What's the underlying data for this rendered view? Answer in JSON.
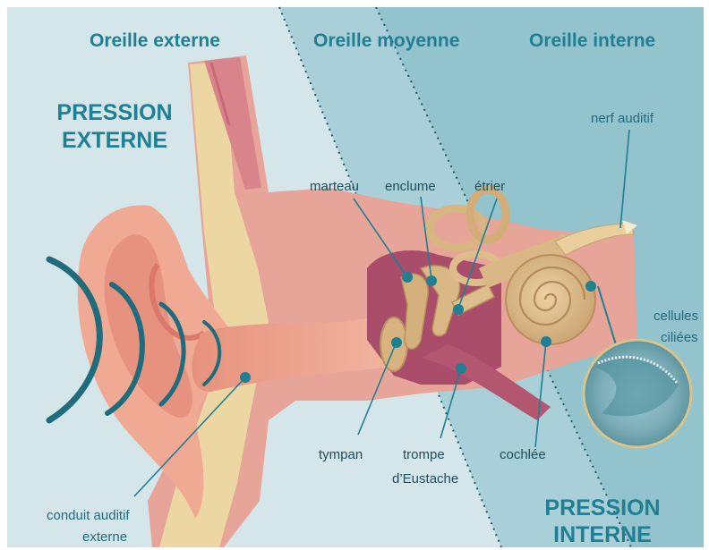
{
  "sections": {
    "outer": "Oreille externe",
    "middle": "Oreille moyenne",
    "inner": "Oreille interne"
  },
  "pressure": {
    "external_line1": "PRESSION",
    "external_line2": "EXTERNE",
    "internal_line1": "PRESSION",
    "internal_line2": "INTERNE"
  },
  "labels": {
    "marteau": "marteau",
    "enclume": "enclume",
    "etrier": "étrier",
    "nerf": "nerf auditif",
    "cellules_line1": "cellules",
    "cellules_line2": "ciliées",
    "tympan": "tympan",
    "trompe_line1": "trompe",
    "trompe_line2": "d’Eustache",
    "cochlee": "cochlée",
    "conduit_line1": "conduit auditif",
    "conduit_line2": "externe"
  },
  "colors": {
    "teal": "#1f7f93",
    "outer_bg": "#d4e6ea",
    "middle_bg": "#a9d0d8",
    "inner_bg": "#93c3cd",
    "skin": "#f0aa94",
    "tissue": "#d98d86",
    "bone": "#ecd7a3",
    "ossicle": "#d4b07d"
  }
}
